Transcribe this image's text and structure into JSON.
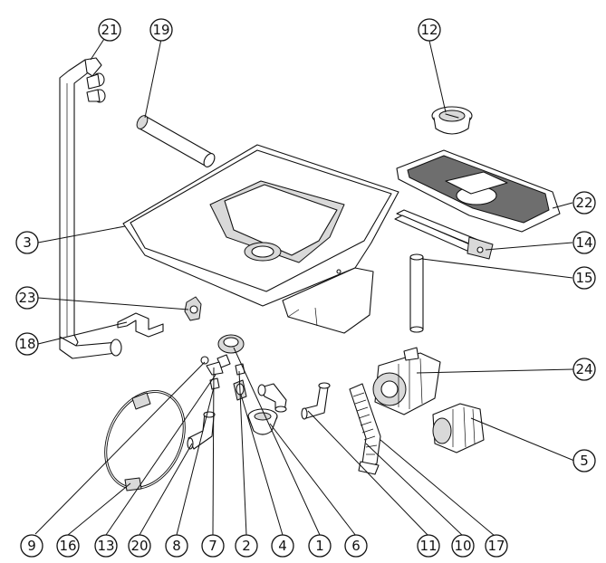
{
  "diagram": {
    "callouts": [
      {
        "label": "21",
        "part": "u-pipe"
      },
      {
        "label": "19",
        "part": "overflow-tube"
      },
      {
        "label": "12",
        "part": "strainer-cup"
      },
      {
        "label": "3",
        "part": "tank"
      },
      {
        "label": "22",
        "part": "filter-tray"
      },
      {
        "label": "14",
        "part": "heating-element"
      },
      {
        "label": "15",
        "part": "overflow-pipe"
      },
      {
        "label": "23",
        "part": "drain-valve"
      },
      {
        "label": "18",
        "part": "bracket"
      },
      {
        "label": "24",
        "part": "wash-pump"
      },
      {
        "label": "5",
        "part": "drain-pump"
      },
      {
        "label": "9",
        "part": "fitting"
      },
      {
        "label": "16",
        "part": "hose-ring"
      },
      {
        "label": "13",
        "part": "hose-clamp"
      },
      {
        "label": "20",
        "part": "elbow"
      },
      {
        "label": "8",
        "part": "nozzle"
      },
      {
        "label": "7",
        "part": "tee-fitting"
      },
      {
        "label": "2",
        "part": "nut"
      },
      {
        "label": "4",
        "part": "connector"
      },
      {
        "label": "1",
        "part": "drain-cup"
      },
      {
        "label": "6",
        "part": "elbow-hose"
      },
      {
        "label": "11",
        "part": "elbow-hose-2"
      },
      {
        "label": "10",
        "part": "corrugated-hose"
      },
      {
        "label": "17",
        "part": "hose-end"
      }
    ]
  }
}
